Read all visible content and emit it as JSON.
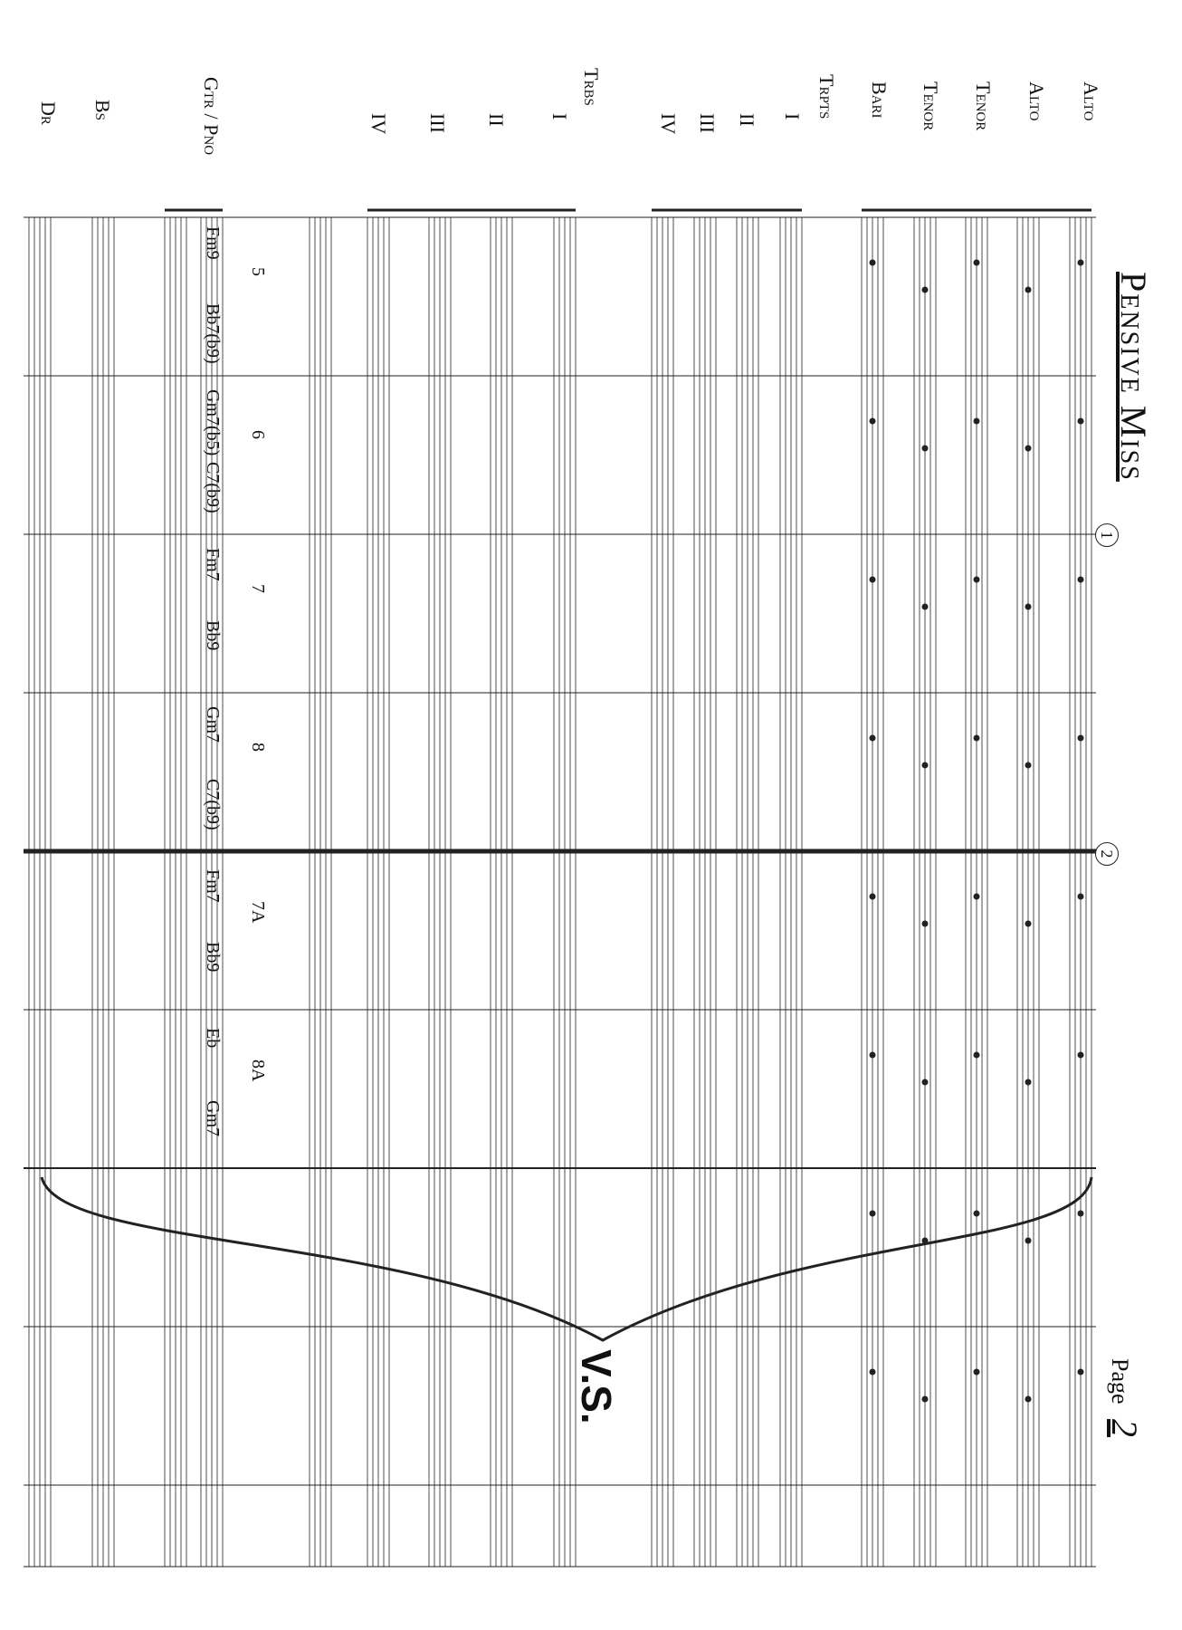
{
  "title": "Pensive Miss",
  "page_label": "Page",
  "page_number": "2",
  "instruments": [
    {
      "label": "Alto"
    },
    {
      "label": "Alto"
    },
    {
      "label": "Tenor"
    },
    {
      "label": "Tenor"
    },
    {
      "label": "Bari"
    }
  ],
  "trumpets": {
    "group": "Trpts",
    "parts": [
      "I",
      "II",
      "III",
      "IV"
    ]
  },
  "trombones": {
    "group": "Trbs",
    "parts": [
      "I",
      "II",
      "III",
      "IV"
    ]
  },
  "rhythm": {
    "gtr_pno": "Gtr / Pno",
    "bass": "Bs",
    "drums": "Dr"
  },
  "chords": [
    "Fm9",
    "Bb7(b9)",
    "Gm7(b5)",
    "C7(b9)",
    "Fm7",
    "Bb9",
    "Gm7",
    "C7(b9)",
    "Fm7",
    "Bb9",
    "Eb",
    "Gm7"
  ],
  "bar_numbers": [
    "5",
    "6",
    "7",
    "8",
    "7A",
    "8A"
  ],
  "rehearsal": [
    "1",
    "2"
  ],
  "vs_mark": "V.S."
}
